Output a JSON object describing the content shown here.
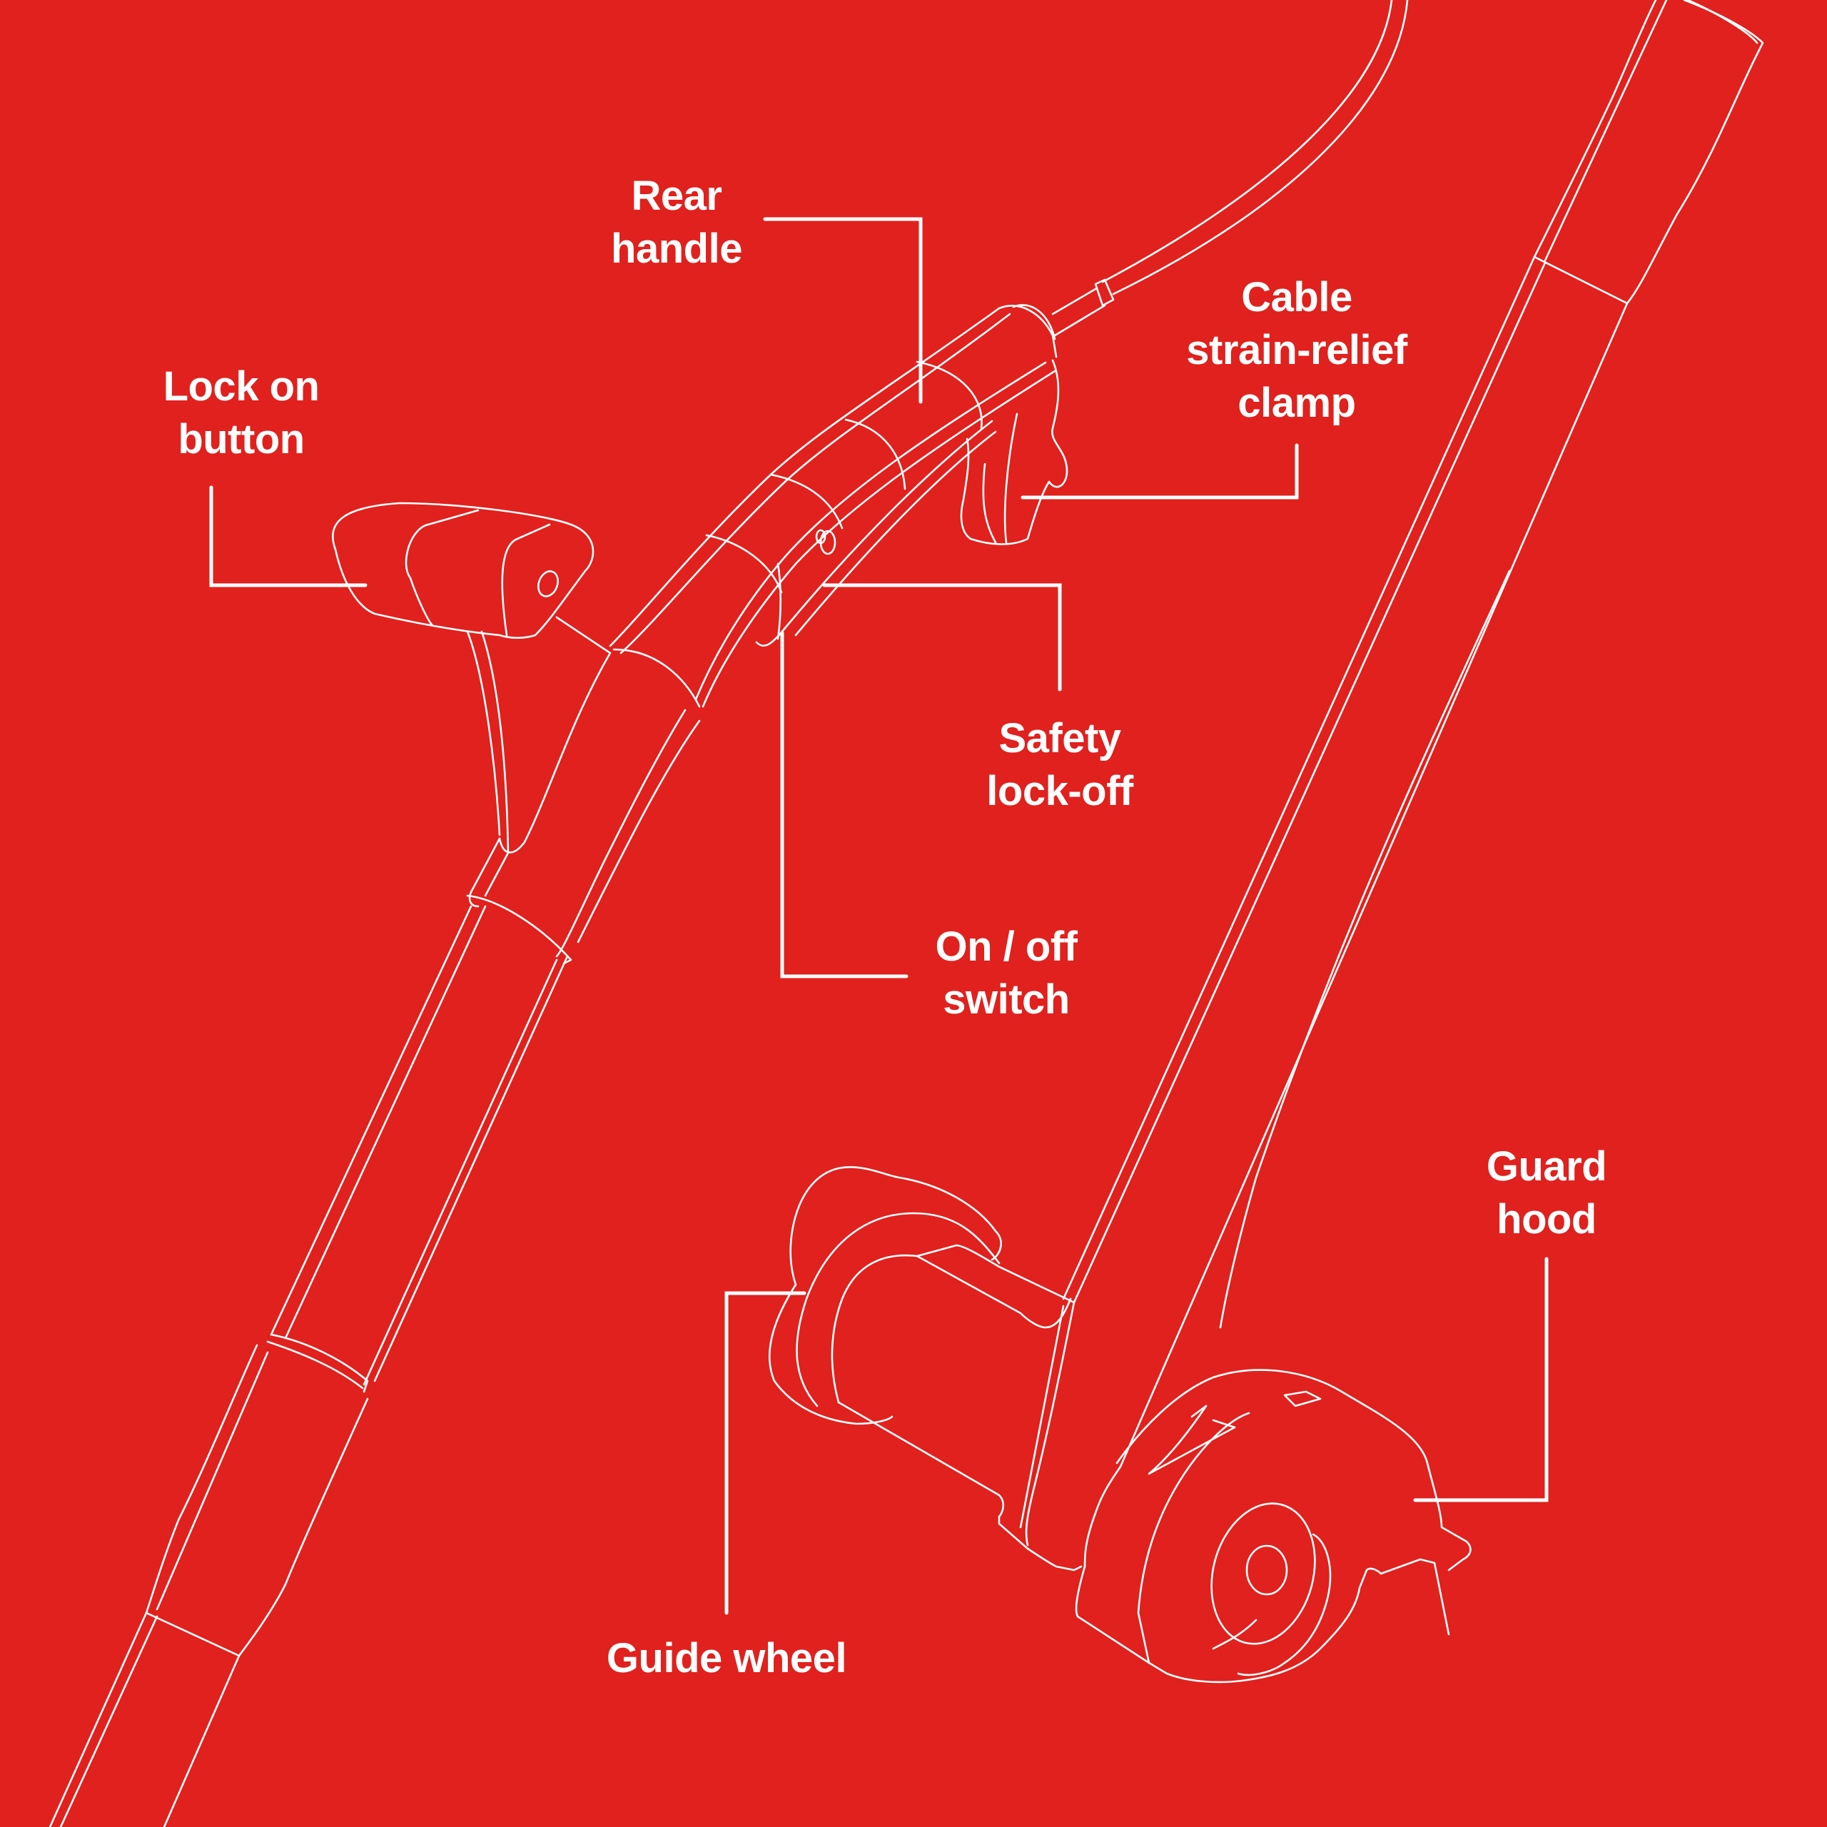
{
  "colors": {
    "background": "#e0211d",
    "line": "#ffffff"
  },
  "labels": {
    "rear_handle": {
      "line1": "Rear",
      "line2": "handle"
    },
    "cable_clamp": {
      "line1": "Cable",
      "line2": "strain-relief",
      "line3": "clamp"
    },
    "lock_on_button": {
      "line1": "Lock on",
      "line2": "button"
    },
    "safety_lock_off": {
      "line1": "Safety",
      "line2": "lock-off"
    },
    "on_off_switch": {
      "line1": "On / off",
      "line2": "switch"
    },
    "guard_hood": {
      "line1": "Guard",
      "line2": "hood"
    },
    "guide_wheel": {
      "line1": "Guide wheel"
    }
  }
}
